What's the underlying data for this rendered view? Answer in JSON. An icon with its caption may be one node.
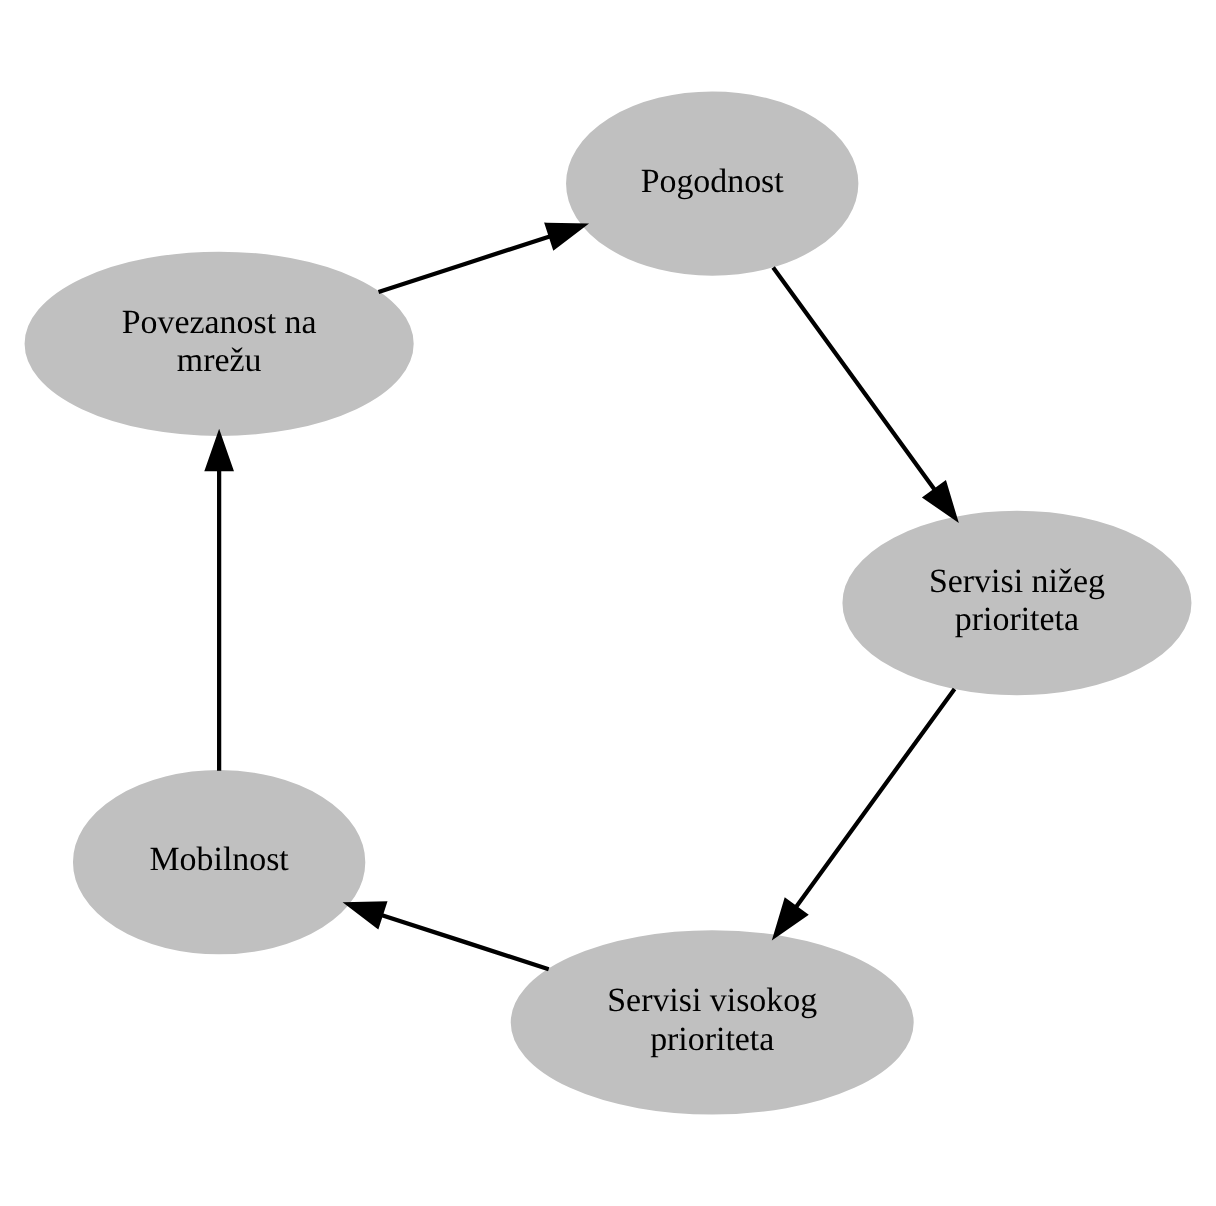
{
  "diagram": {
    "nodes": [
      {
        "text": [
          "Servisi visokog prioriteta"
        ]
      },
      {
        "text": [
          "Mobilnost"
        ]
      },
      {
        "text": [
          "Servisi nižeg prioriteta"
        ]
      },
      {
        "text": [
          "Povezanost na mrežu"
        ]
      },
      {
        "text": [
          "Pogodnost"
        ]
      }
    ],
    "edges": [
      {
        "from": 0,
        "to": 1,
        "arrow": "to"
      },
      {
        "from": 1,
        "to": 3,
        "arrow": "to"
      },
      {
        "from": 3,
        "to": 4,
        "arrow": "to"
      },
      {
        "from": 4,
        "to": 2,
        "arrow": "to"
      },
      {
        "from": 2,
        "to": 0,
        "arrow": "to"
      }
    ]
  }
}
